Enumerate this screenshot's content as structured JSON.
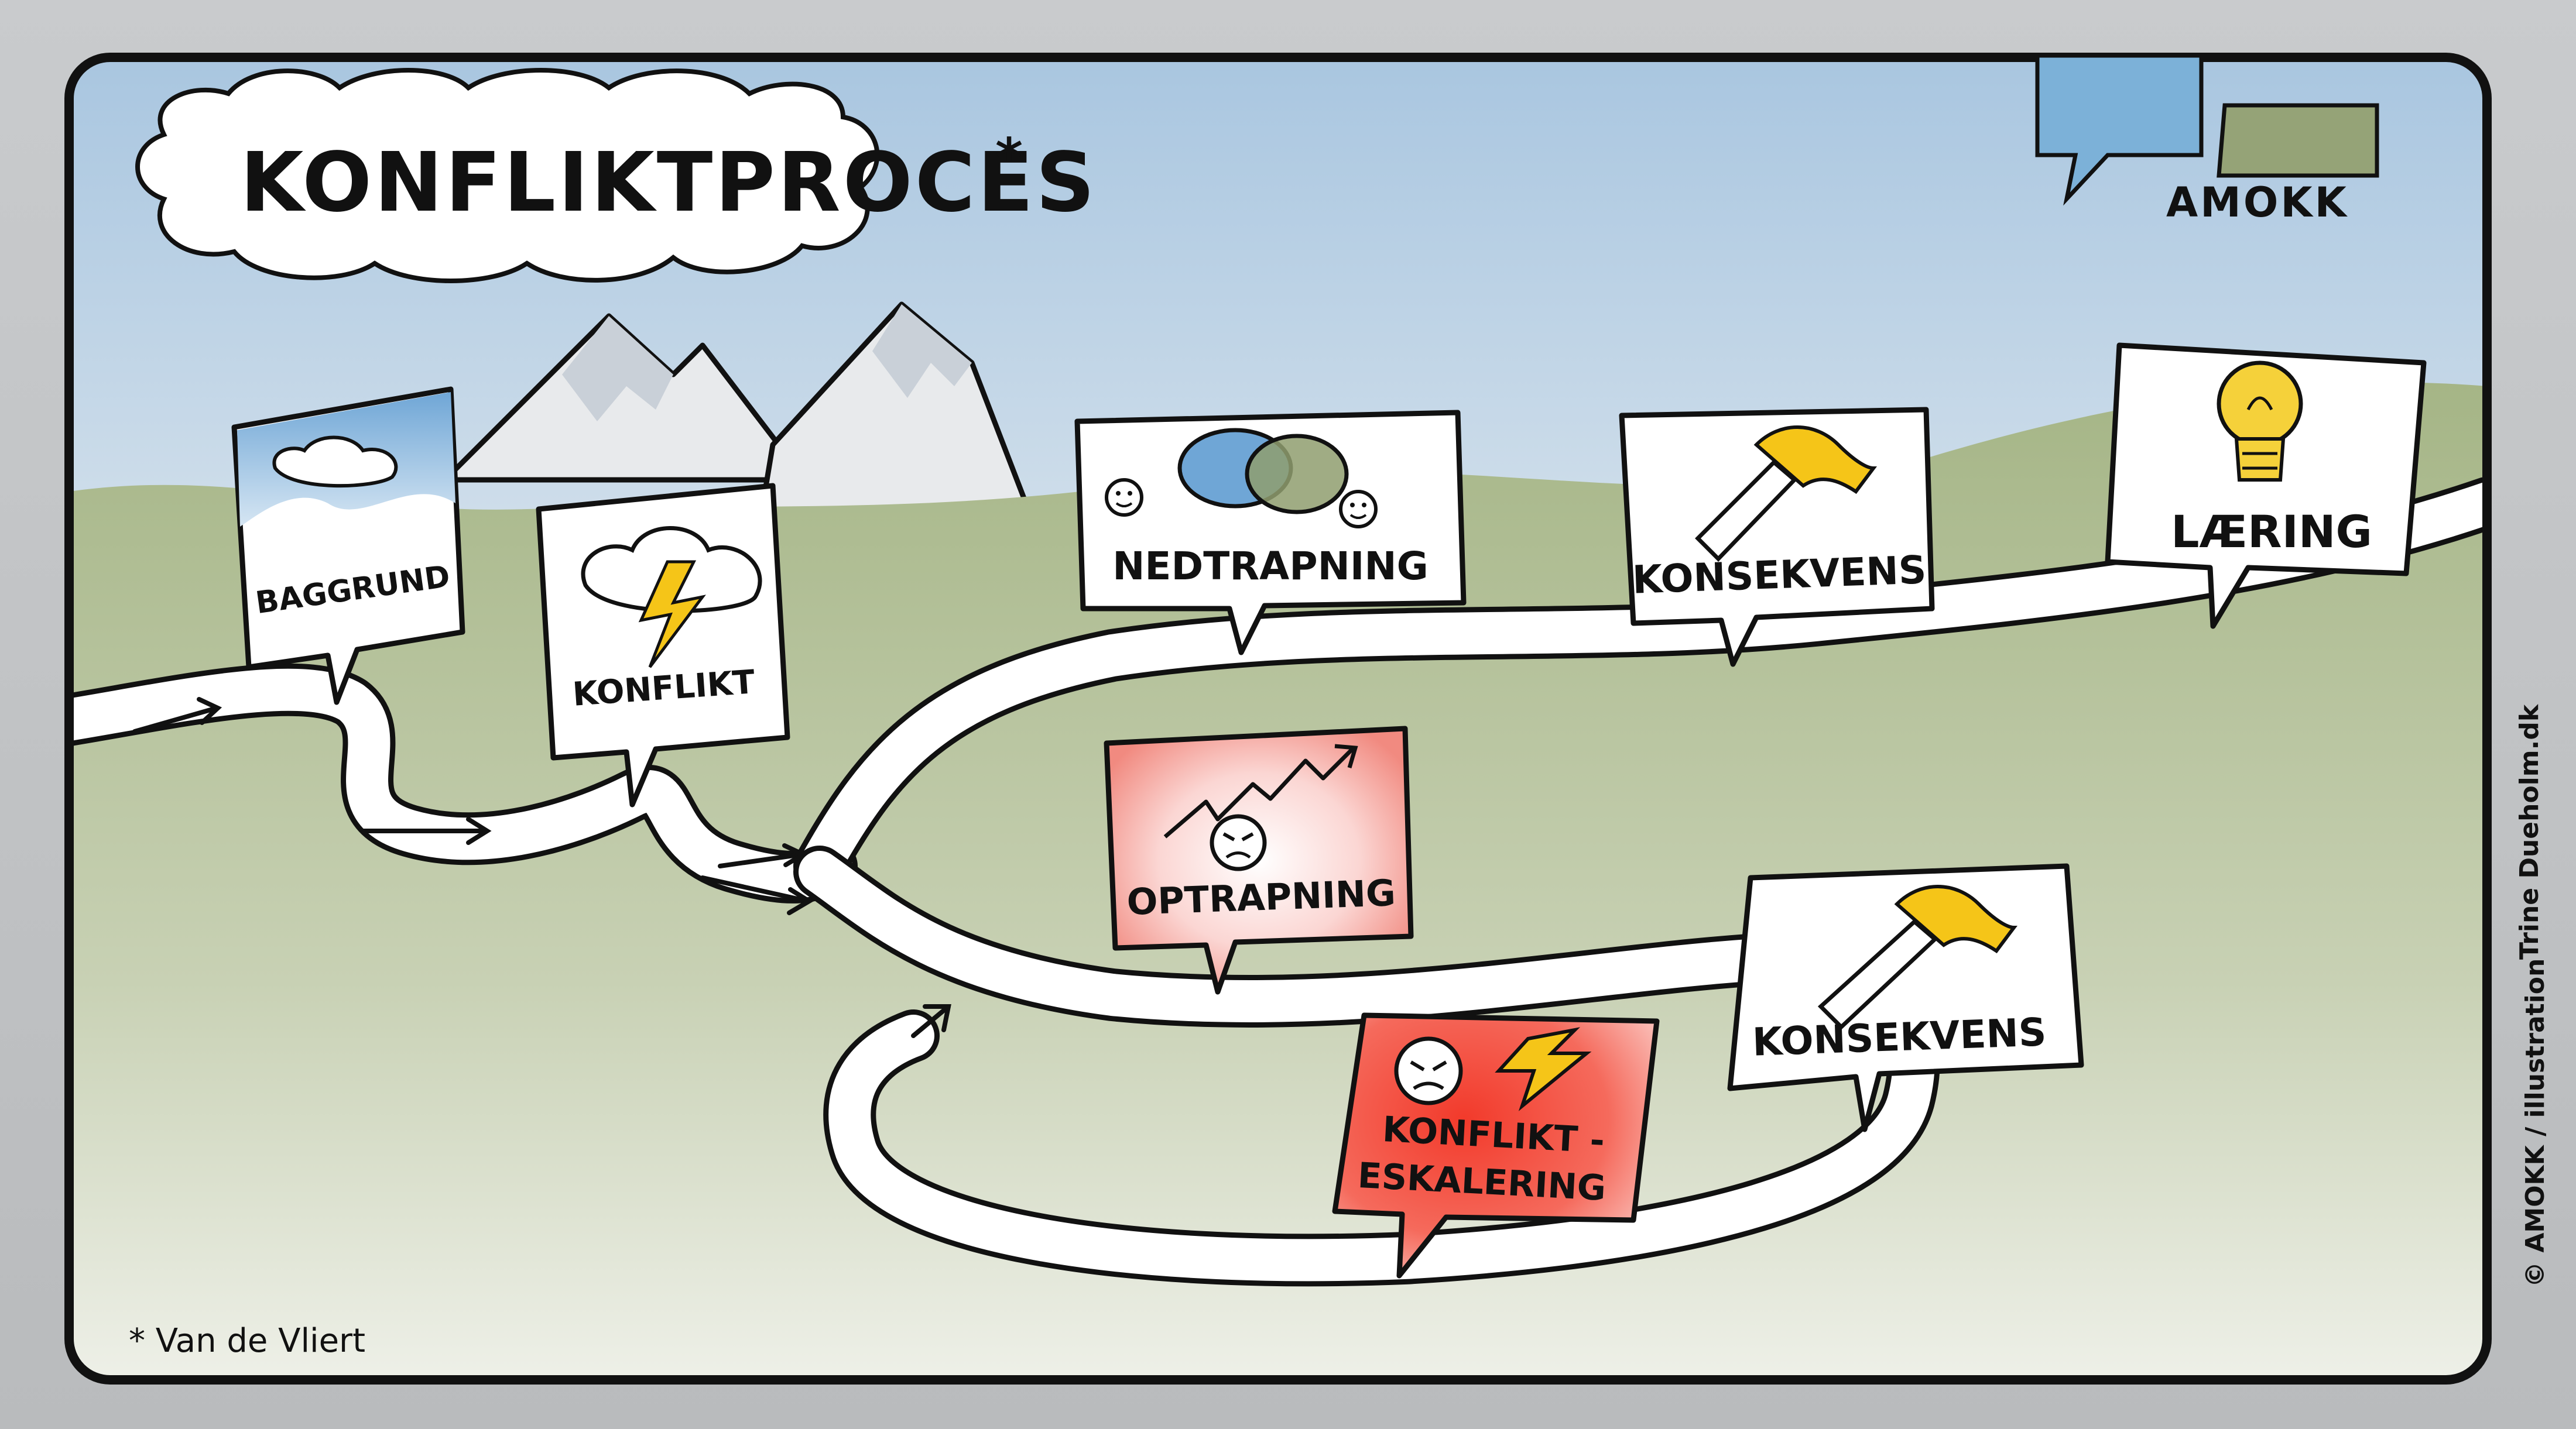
{
  "title": "KONFLIKTPROCES",
  "title_marker": "*",
  "logo": {
    "text": "AMOKK",
    "bubble_colors": [
      "#6fb0d8",
      "#8f9e6e"
    ]
  },
  "footnote": "* Van de Vliert",
  "credit_line1": "© AMOKK / illustration",
  "credit_line2": "Trine Dueholm.dk",
  "steps": [
    {
      "label": "BAGGRUND",
      "icon": "cloud-sky-icon"
    },
    {
      "label": "KONFLIKT",
      "icon": "storm-cloud-icon"
    },
    {
      "label": "NEDTRAPNING",
      "icon": "speech-bubbles-faces-icon"
    },
    {
      "label": "KONSEKVENS",
      "icon": "hammer-icon"
    },
    {
      "label": "LÆRING",
      "icon": "light-bulb-icon"
    },
    {
      "label": "OPTRAPNING",
      "icon": "rising-arrow-angry-face-icon"
    },
    {
      "label": "KONSEKVENS",
      "icon": "hammer-icon"
    },
    {
      "label_line1": "KONFLIKT -",
      "label_line2": "ESKALERING",
      "icon": "angry-face-lightning-icon"
    }
  ],
  "colors": {
    "sky": "#bcd3e6",
    "hills": "#9fb07e",
    "road": "#ffffff",
    "outline": "#111111",
    "escalation_red": "#f04a3a",
    "bolt_yellow": "#f5c518"
  }
}
